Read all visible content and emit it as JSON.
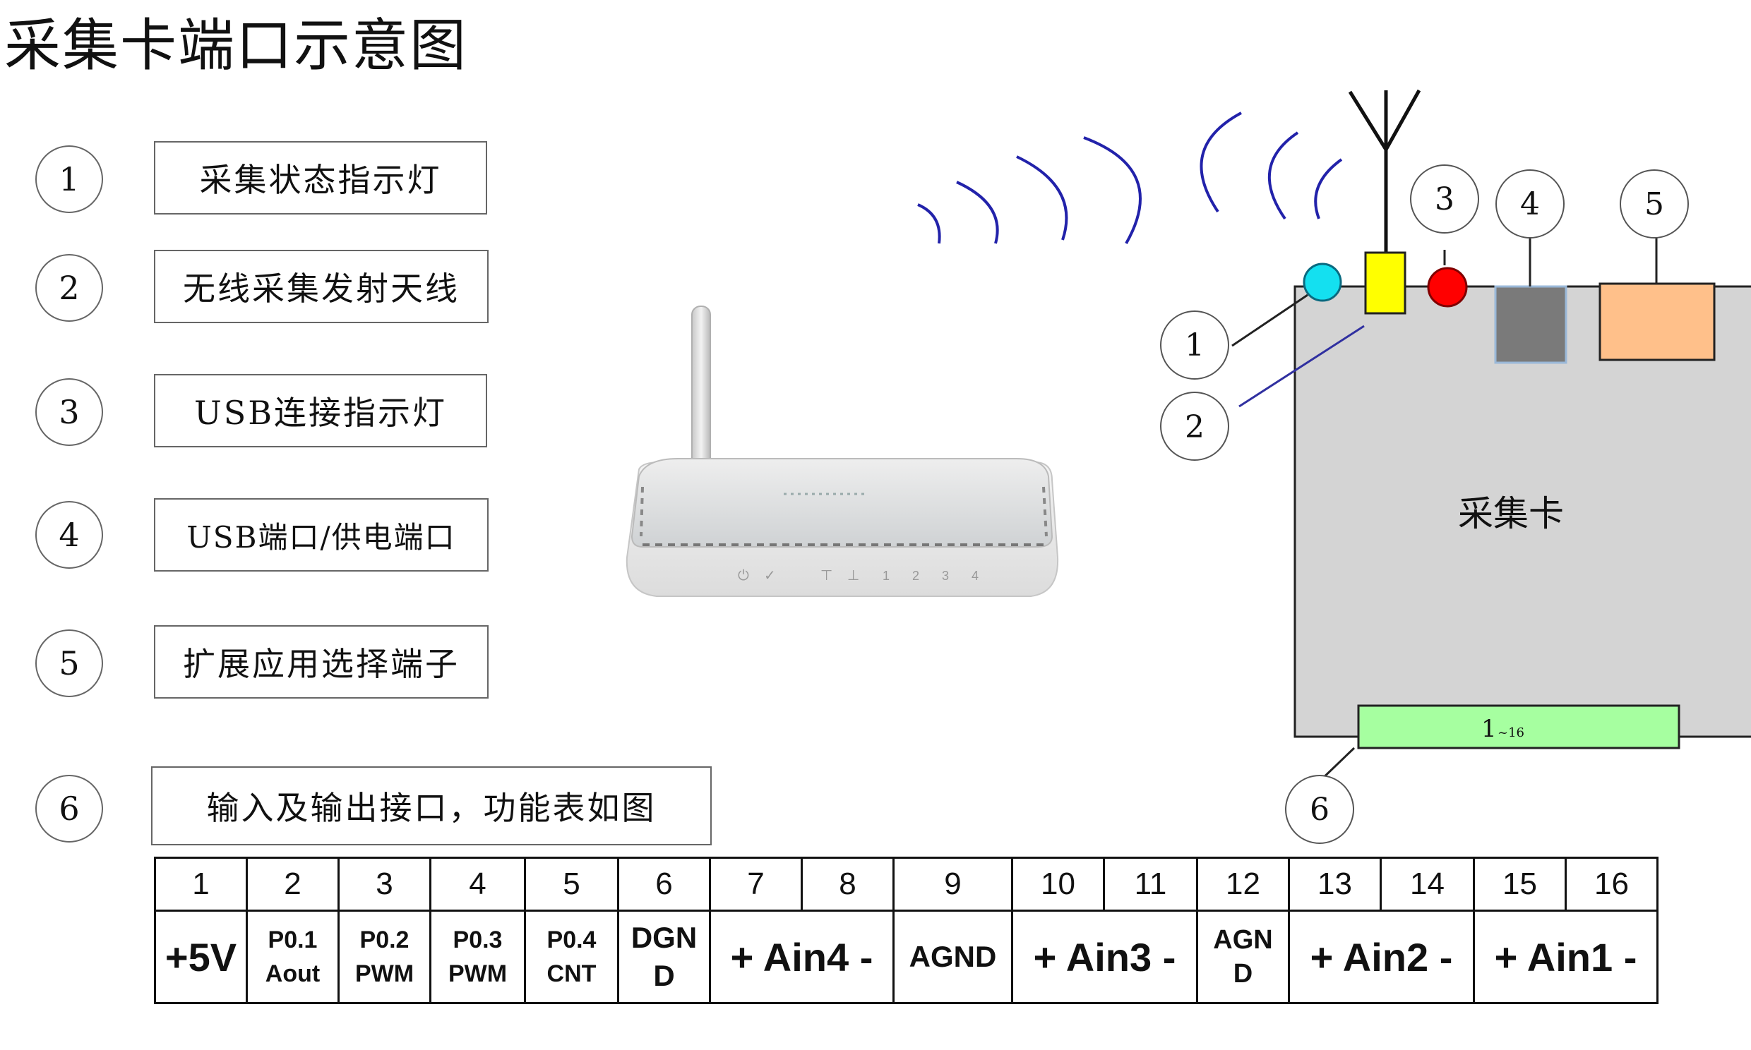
{
  "title": "采集卡端口示意图",
  "legend": [
    {
      "num": "1",
      "label": "采集状态指示灯"
    },
    {
      "num": "2",
      "label": "无线采集发射天线"
    },
    {
      "num": "3",
      "label": "USB连接指示灯"
    },
    {
      "num": "4",
      "label": "USB端口/供电端口"
    },
    {
      "num": "5",
      "label": "扩展应用选择端子"
    },
    {
      "num": "6",
      "label": "输入及输出接口，功能表如图"
    }
  ],
  "card": {
    "label": "采集卡",
    "connector_label": "1",
    "connector_range": "~16",
    "callouts": [
      "1",
      "2",
      "3",
      "4",
      "5",
      "6"
    ],
    "colors": {
      "board": "#d4d4d4",
      "status_led": "#14e0f0",
      "antenna_base": "#ffff00",
      "usb_led": "#ff0000",
      "usb_port": "#7a7a7a",
      "ext_terminal": "#ffc08a",
      "io_connector": "#a6ffa0",
      "waves": "#2222aa"
    }
  },
  "router": {
    "icon": "wireless-router-icon",
    "port_labels": [
      "1",
      "2",
      "3",
      "4"
    ]
  },
  "pin_table": {
    "numbers": [
      "1",
      "2",
      "3",
      "4",
      "5",
      "6",
      "7",
      "8",
      "9",
      "10",
      "11",
      "12",
      "13",
      "14",
      "15",
      "16"
    ],
    "functions": [
      {
        "text": "+5V",
        "span": 1
      },
      {
        "line1": "P0.1",
        "line2": "Aout",
        "span": 1
      },
      {
        "line1": "P0.2",
        "line2": "PWM",
        "span": 1
      },
      {
        "line1": "P0.3",
        "line2": "PWM",
        "span": 1
      },
      {
        "line1": "P0.4",
        "line2": "CNT",
        "span": 1
      },
      {
        "line1": "DGN",
        "line2": "D",
        "span": 1
      },
      {
        "text": "+ Ain4 -",
        "span": 2
      },
      {
        "text": "AGND",
        "span": 1
      },
      {
        "text": "+ Ain3 -",
        "span": 2
      },
      {
        "line1": "AGN",
        "line2": "D",
        "span": 1
      },
      {
        "text": "+ Ain2 -",
        "span": 2
      },
      {
        "text": "+ Ain1 -",
        "span": 2
      }
    ]
  }
}
